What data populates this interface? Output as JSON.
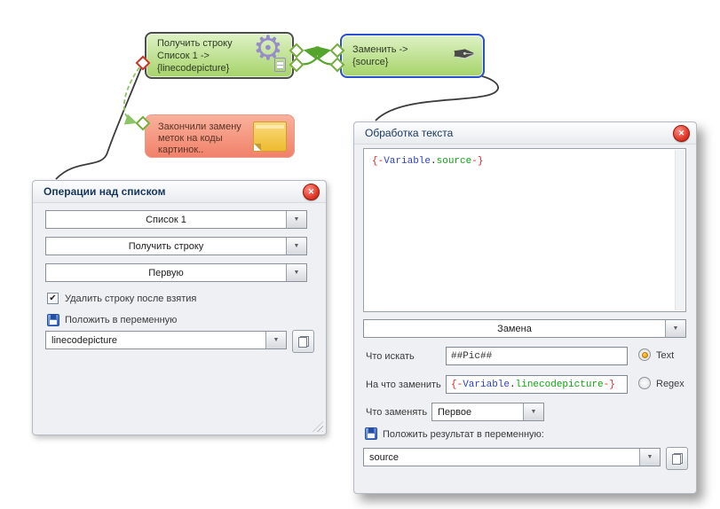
{
  "icons": {
    "close": "✕",
    "dropdown": "▼",
    "gear": "⚙",
    "pen": "✒",
    "check": "✔"
  },
  "colors": {
    "node_fill_top": "#def2c5",
    "node_fill_bottom": "#a6d369",
    "node_border": "#4d4d4d",
    "node_border_selected": "#2a4fd0",
    "note_fill": "#f1816a",
    "connector_green": "#55a42c",
    "connector_red": "#cc3322",
    "close_button_red": "#d6301f",
    "token_brace": "#e01f1f",
    "token_object": "#2f43c8",
    "token_dot": "#222222",
    "token_name": "#12a312",
    "title_text": "#17365d"
  },
  "flow": {
    "node_get_line": {
      "lines": [
        "Получить строку",
        "Список 1 ->",
        "{linecodepicture}"
      ]
    },
    "node_replace": {
      "lines": [
        "Заменить ->",
        "{source}"
      ]
    },
    "note": {
      "text": "Закончили замену меток на коды картинок.."
    }
  },
  "list_dialog": {
    "title": "Операции над списком",
    "list_combo": "Список 1",
    "action_combo": "Получить строку",
    "mode_combo": "Первую",
    "delete_checkbox_label": "Удалить строку после взятия",
    "put_variable_label": "Положить в переменную",
    "variable_value": "linecodepicture"
  },
  "text_dialog": {
    "title": "Обработка текста",
    "editor_value": {
      "open": "{-",
      "object": "Variable",
      "dot": ".",
      "name": "source",
      "close": "-}"
    },
    "operation_combo": "Замена",
    "search_label": "Что искать",
    "search_value": "##Pic##",
    "replace_label": "На что заменить",
    "replace_value": {
      "open": "{-",
      "object": "Variable",
      "dot": ".",
      "name": "linecodepicture",
      "close": "-}"
    },
    "match_type_text": "Text",
    "match_type_regex": "Regex",
    "scope_label": "Что заменять",
    "scope_value": "Первое",
    "result_label": "Положить результат в переменную:",
    "result_value": "source"
  }
}
